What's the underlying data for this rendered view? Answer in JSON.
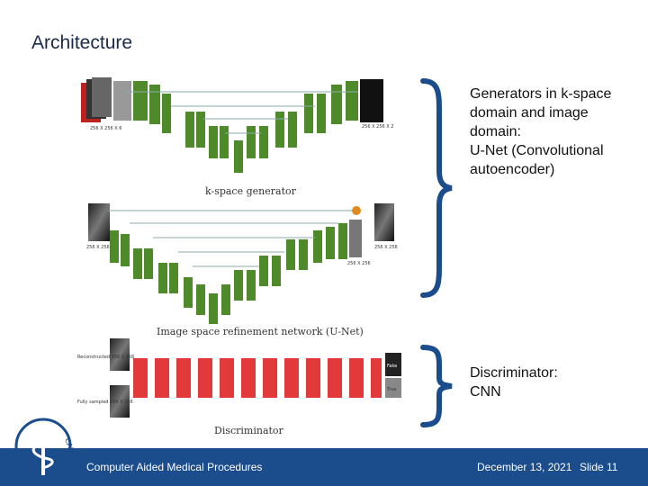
{
  "slide": {
    "title": "Architecture"
  },
  "figure": {
    "kspace_caption": "k-space generator",
    "image_caption": "Image space refinement network (U-Net)",
    "disc_caption": "Discriminator",
    "kspace_input_dim": "256 X 256 X 6",
    "kspace_output_dim": "256 X 256 X 2",
    "image_input_dim": "256 X 256",
    "image_output_dim": "256 X 256",
    "image_mid_dim": "256 X 256",
    "disc_input_top": "Reconstructed 256 X 256",
    "disc_input_bottom": "Fully sampled 256 X 256",
    "disc_fake": "Fake",
    "disc_true": "True"
  },
  "notes": {
    "generators_lines": [
      "Generators in k-space",
      "domain and image",
      "domain:",
      "U-Net (Convolutional",
      "autoencoder)"
    ],
    "discriminator_lines": [
      "Discriminator:",
      "CNN"
    ]
  },
  "footer": {
    "org": "Computer Aided Medical Procedures",
    "date": "December 13, 2021",
    "slide_label": "Slide 11",
    "logo_text": "CAMP"
  },
  "colors": {
    "footer_bg": "#1b4c8c",
    "brace": "#1b4c8c",
    "green_layer": "#4f8a2a",
    "red_layer": "#e23a3a"
  }
}
